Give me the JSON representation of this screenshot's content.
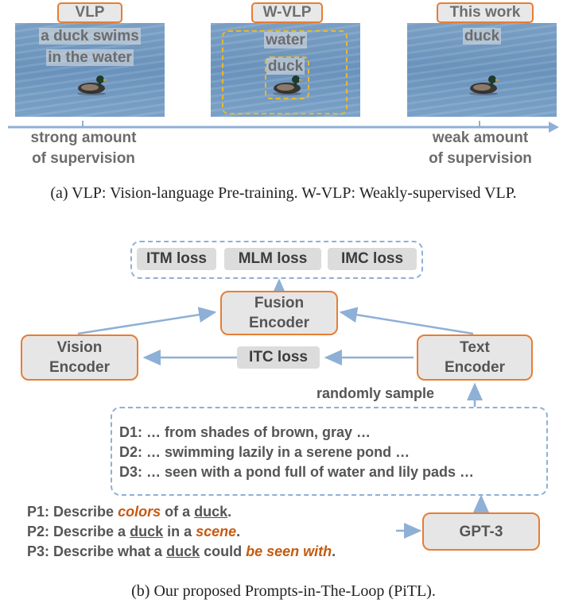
{
  "panel_a": {
    "tags": [
      "VLP",
      "W-VLP",
      "This work"
    ],
    "image1_caption_line1": "a duck swims",
    "image1_caption_line2": "in the water",
    "image2_label_outer": "water",
    "image2_label_inner": "duck",
    "image3_label": "duck",
    "axis_left_line1": "strong amount",
    "axis_left_line2": "of supervision",
    "axis_right_line1": "weak amount",
    "axis_right_line2": "of supervision",
    "caption": "(a)  VLP: Vision-language Pre-training. W-VLP: Weakly-supervised VLP."
  },
  "panel_b": {
    "losses": [
      "ITM loss",
      "MLM loss",
      "IMC loss"
    ],
    "fusion_encoder": "Fusion Encoder",
    "vision_encoder": "Vision Encoder",
    "text_encoder": "Text Encoder",
    "itc_loss": "ITC loss",
    "randomly_sample": "randomly sample",
    "descriptions": [
      "D1: … from shades of brown, gray …",
      "D2: … swimming lazily in a serene pond …",
      "D3: … seen with a pond full of water and lily pads …"
    ],
    "prompts": {
      "p1_prefix": "P1: Describe ",
      "p1_hl": "colors",
      "p1_mid": " of a ",
      "p1_word": "duck",
      "p1_end": ".",
      "p2_prefix": "P2: Describe a ",
      "p2_word": "duck",
      "p2_mid": " in a ",
      "p2_hl": "scene",
      "p2_end": ".",
      "p3_prefix": "P3: Describe what a ",
      "p3_word": "duck",
      "p3_mid": " could ",
      "p3_hl": "be seen with",
      "p3_end": "."
    },
    "gpt3": "GPT-3",
    "caption": "(b)  Our proposed Prompts-in-The-Loop (PiTL)."
  },
  "colors": {
    "accent": "#e67e33",
    "arrow": "#8fb0d6",
    "highlight": "#c55a11"
  }
}
